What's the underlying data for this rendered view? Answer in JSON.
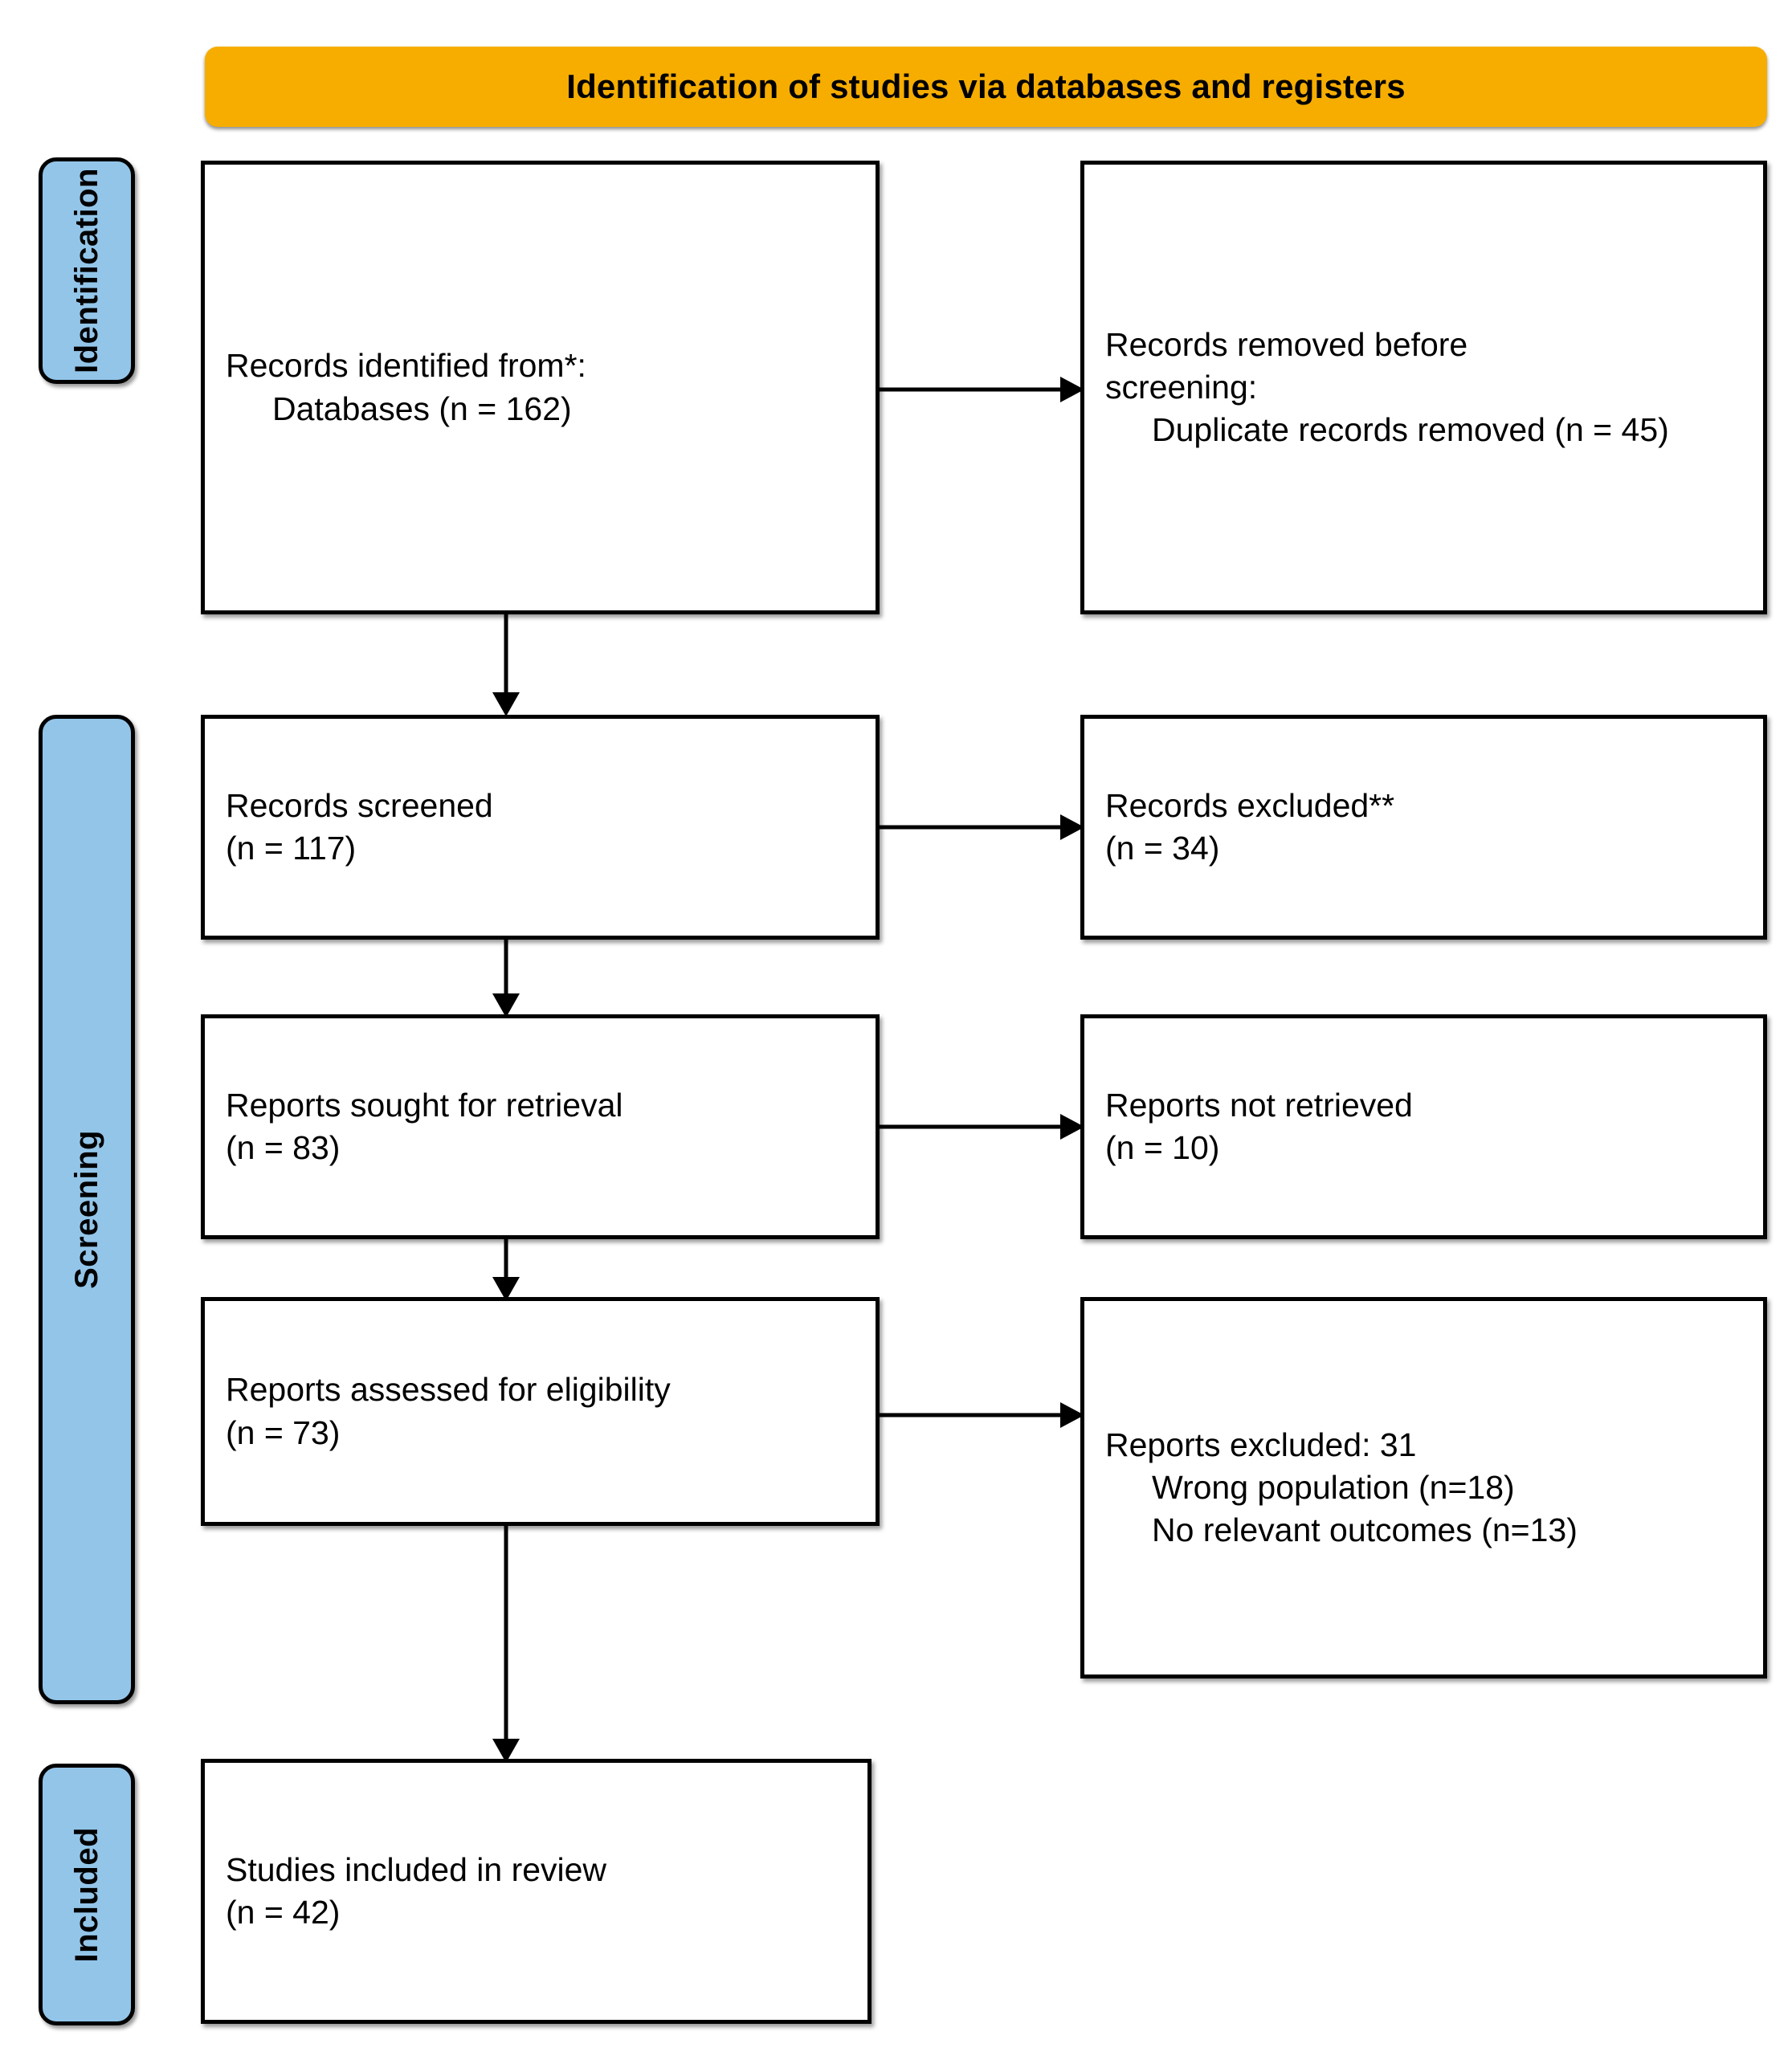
{
  "banner": {
    "title": "Identification of studies via databases and registers",
    "color": "#f6ad00"
  },
  "phases": {
    "color": "#93c5e9",
    "identification": "Identification",
    "screening": "Screening",
    "included": "Included"
  },
  "nodes": {
    "identified": {
      "line1": "Records identified from*:",
      "line2": "Databases (n = 162)"
    },
    "removed": {
      "line1a": "Records removed ",
      "line1b": "before",
      "line2a": "screening",
      "line2b": ":",
      "line3": "Duplicate records removed (n = 45)"
    },
    "screened": {
      "line1": "Records screened",
      "line2": "(n = 117)"
    },
    "excluded_records": {
      "line1": "Records excluded**",
      "line2": "(n = 34)"
    },
    "sought": {
      "line1": "Reports sought for retrieval",
      "line2": "(n = 83)"
    },
    "not_retrieved": {
      "line1": "Reports not retrieved",
      "line2": "(n = 10)"
    },
    "assessed": {
      "line1": "Reports assessed for eligibility",
      "line2": "(n = 73)"
    },
    "excluded_reports": {
      "line1": "Reports excluded: 31",
      "line2": "Wrong population (n=18)",
      "line3": "No relevant outcomes (n=13)"
    },
    "included": {
      "line1": "Studies included in review",
      "line2": "(n = 42)"
    }
  },
  "chart_data": {
    "type": "diagram",
    "title": "Identification of studies via databases and registers",
    "diagram": "PRISMA 2020 flow diagram",
    "phases": [
      "Identification",
      "Screening",
      "Included"
    ],
    "counts": {
      "records_identified_databases": 162,
      "duplicate_records_removed": 45,
      "records_screened": 117,
      "records_excluded": 34,
      "reports_sought_for_retrieval": 83,
      "reports_not_retrieved": 10,
      "reports_assessed_for_eligibility": 73,
      "reports_excluded_total": 31,
      "reports_excluded_wrong_population": 18,
      "reports_excluded_no_relevant_outcomes": 13,
      "studies_included_in_review": 42
    },
    "flow": [
      {
        "from": "Records identified from databases (n = 162)",
        "to": "Records removed before screening: Duplicate records removed (n = 45)",
        "direction": "right"
      },
      {
        "from": "Records identified from databases (n = 162)",
        "to": "Records screened (n = 117)",
        "direction": "down"
      },
      {
        "from": "Records screened (n = 117)",
        "to": "Records excluded** (n = 34)",
        "direction": "right"
      },
      {
        "from": "Records screened (n = 117)",
        "to": "Reports sought for retrieval (n = 83)",
        "direction": "down"
      },
      {
        "from": "Reports sought for retrieval (n = 83)",
        "to": "Reports not retrieved (n = 10)",
        "direction": "right"
      },
      {
        "from": "Reports sought for retrieval (n = 83)",
        "to": "Reports assessed for eligibility (n = 73)",
        "direction": "down"
      },
      {
        "from": "Reports assessed for eligibility (n = 73)",
        "to": "Reports excluded: 31",
        "direction": "right"
      },
      {
        "from": "Reports assessed for eligibility (n = 73)",
        "to": "Studies included in review (n = 42)",
        "direction": "down"
      }
    ]
  }
}
